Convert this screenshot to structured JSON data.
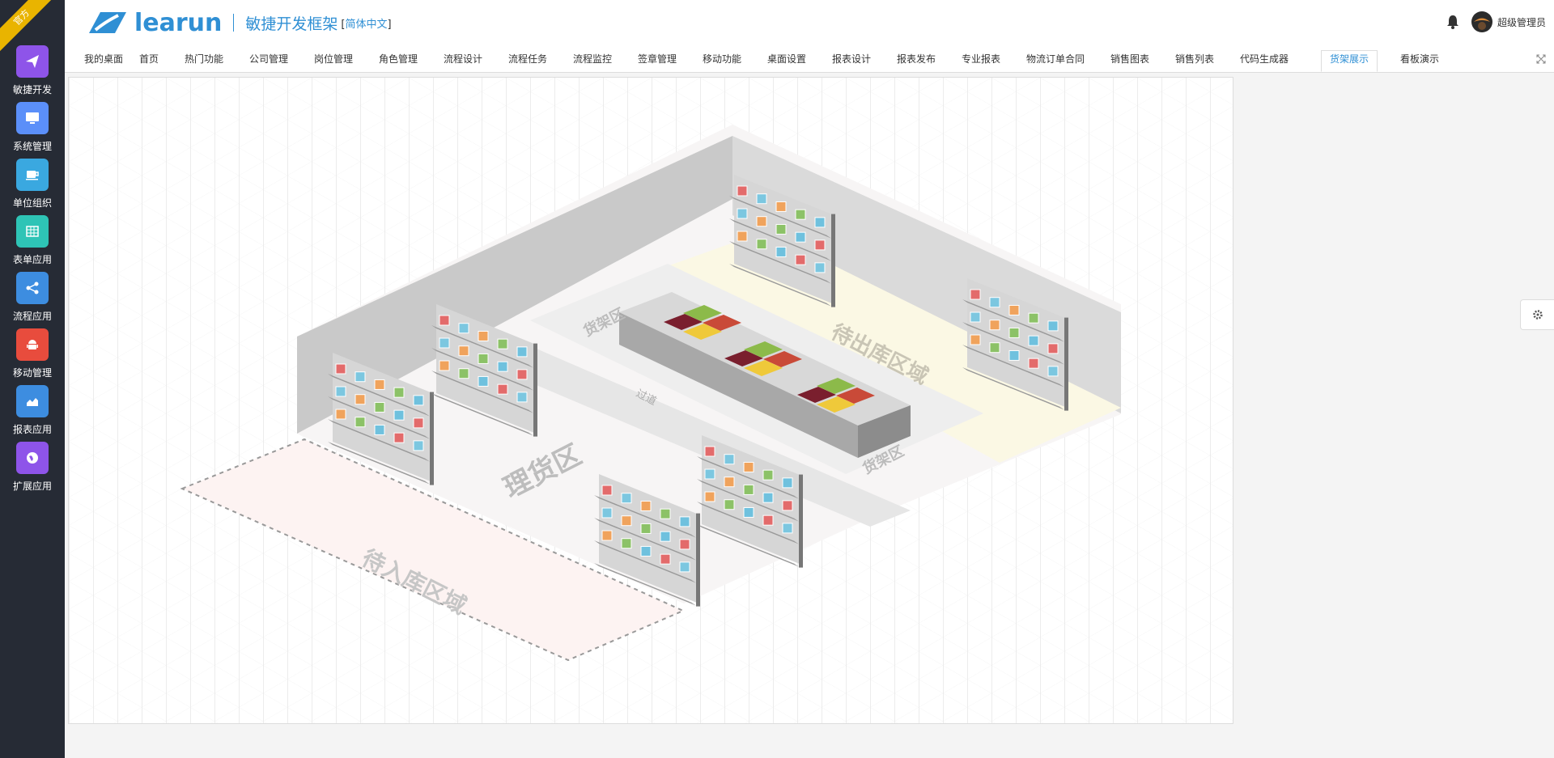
{
  "ribbon": "官方",
  "brand": {
    "word": "learun",
    "subtitle": "敏捷开发框架",
    "lang_open": "[",
    "lang": "简体中文",
    "lang_close": "]"
  },
  "user": {
    "name": "超级管理员"
  },
  "sidebar": {
    "items": [
      {
        "label": "敏捷开发",
        "icon": "paper-plane-icon",
        "color": "#8e54e9"
      },
      {
        "label": "系统管理",
        "icon": "monitor-icon",
        "color": "#5b8ff9"
      },
      {
        "label": "单位组织",
        "icon": "coffee-icon",
        "color": "#3aa8e0"
      },
      {
        "label": "表单应用",
        "icon": "table-icon",
        "color": "#2ec4b6"
      },
      {
        "label": "流程应用",
        "icon": "share-icon",
        "color": "#3d8de0"
      },
      {
        "label": "移动管理",
        "icon": "android-icon",
        "color": "#e84c3d"
      },
      {
        "label": "报表应用",
        "icon": "area-chart-icon",
        "color": "#3d8de0"
      },
      {
        "label": "扩展应用",
        "icon": "globe-icon",
        "color": "#8e54e9"
      }
    ]
  },
  "tabs": [
    "我的桌面",
    "首页",
    "热门功能",
    "公司管理",
    "岗位管理",
    "角色管理",
    "流程设计",
    "流程任务",
    "流程监控",
    "签章管理",
    "移动功能",
    "桌面设置",
    "报表设计",
    "报表发布",
    "专业报表",
    "物流订单合同",
    "销售图表",
    "销售列表",
    "代码生成器",
    "货架展示",
    "看板演示"
  ],
  "active_tab": "货架展示",
  "warehouse": {
    "zones": {
      "inbound": "待入库区域",
      "sorting": "理货区",
      "shelf_a": "货架区",
      "shelf_b": "货架区",
      "aisle": "过道",
      "outbound": "待出库区域"
    }
  }
}
